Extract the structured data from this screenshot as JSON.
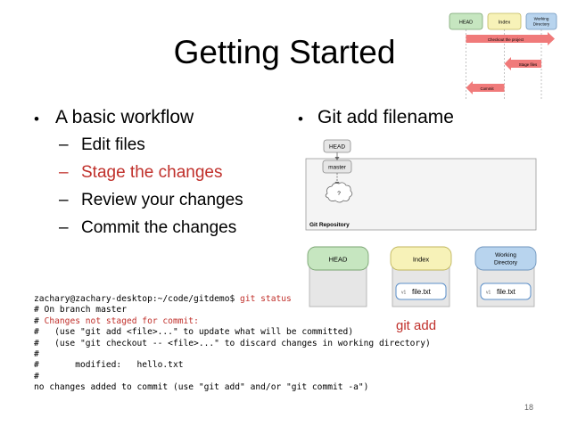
{
  "slide": {
    "title": "Getting Started",
    "page_number": "18"
  },
  "left_bullet": {
    "text": "A basic workflow",
    "items": [
      {
        "dash": "–",
        "text": "Edit files",
        "highlight": false
      },
      {
        "dash": "–",
        "text": "Stage the changes",
        "highlight": true
      },
      {
        "dash": "–",
        "text": "Review your changes",
        "highlight": false
      },
      {
        "dash": "–",
        "text": "Commit the changes",
        "highlight": false
      }
    ]
  },
  "right_bullet": {
    "text": "Git add filename"
  },
  "top_diagram": {
    "head": "HEAD",
    "index": "Index",
    "working_dir_line1": "Working",
    "working_dir_line2": "Directory",
    "arrow_checkout": "Checkout the project",
    "arrow_stage": "Stage files",
    "arrow_commit": "Commit"
  },
  "repo_diagram": {
    "head": "HEAD",
    "master": "master",
    "unknown": "?",
    "repo_label": "Git Repository"
  },
  "trees_diagram": {
    "head": "HEAD",
    "index": "Index",
    "working_dir_line1": "Working",
    "working_dir_line2": "Directory",
    "index_version": "v1",
    "index_file": "file.txt",
    "wd_version": "v1",
    "wd_file": "file.txt",
    "git_add_label": "git add"
  },
  "terminal": {
    "prompt": "zachary@zachary-desktop:~/code/gitdemo$ ",
    "command": "git status",
    "line1": "# On branch master",
    "line2_hash": "# ",
    "line2_red": "Changes not staged for commit:",
    "line3": "#   (use \"git add <file>...\" to update what will be committed)",
    "line4": "#   (use \"git checkout -- <file>...\" to discard changes in working directory)",
    "line5": "#",
    "line6": "#       modified:   hello.txt",
    "line7": "#",
    "line8": "no changes added to commit (use \"git add\" and/or \"git commit -a\")"
  },
  "colors": {
    "accent_red": "#c0302b",
    "arrow_red": "#f07a7a",
    "head_green": "#c6e6c0",
    "index_yellow": "#f7f2b8",
    "working_blue": "#b8d4ee"
  }
}
